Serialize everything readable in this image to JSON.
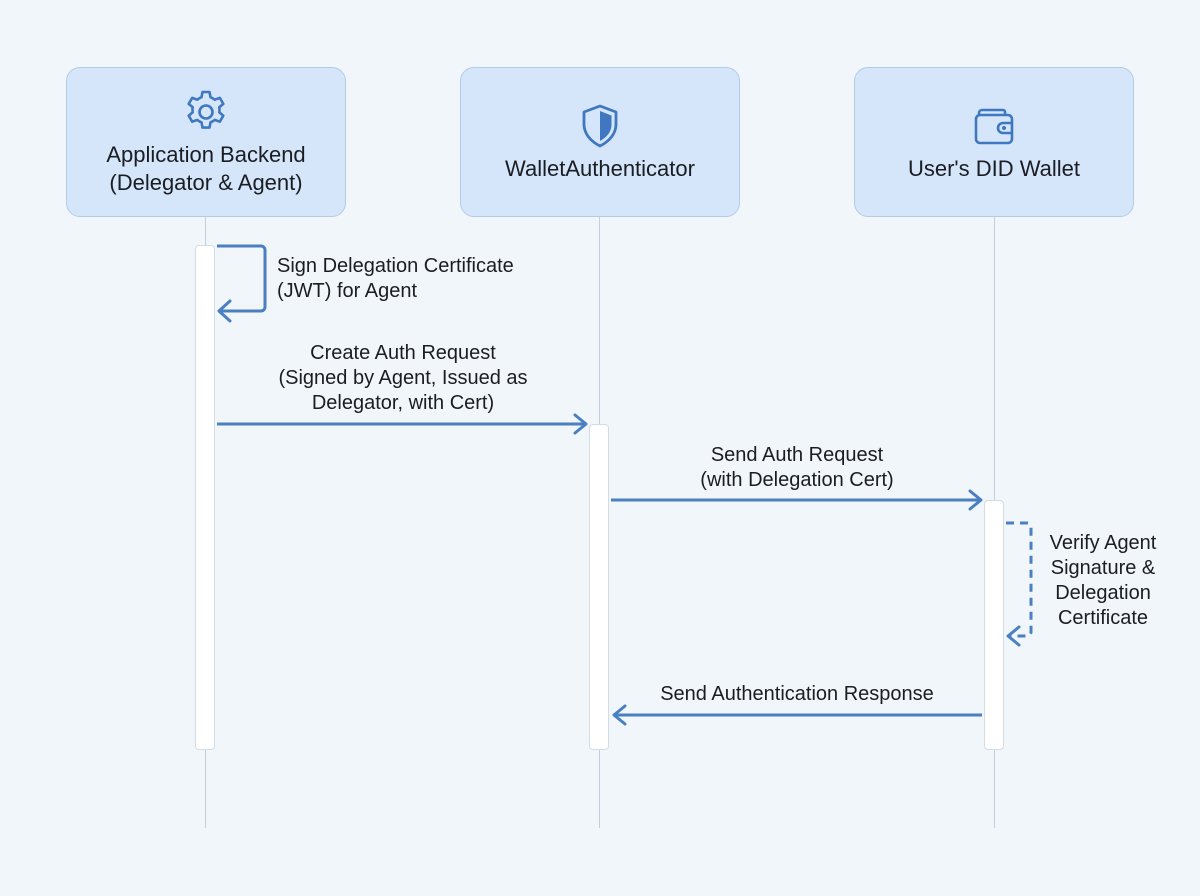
{
  "participants": [
    {
      "label": "Application Backend\n(Delegator & Agent)",
      "icon": "gear-icon"
    },
    {
      "label": "WalletAuthenticator",
      "icon": "shield-icon"
    },
    {
      "label": "User's DID Wallet",
      "icon": "wallet-icon"
    }
  ],
  "messages": [
    {
      "label": "Sign Delegation Certificate\n(JWT) for Agent",
      "style": "solid",
      "kind": "self"
    },
    {
      "label": "Create Auth Request\n(Signed by Agent, Issued as\nDelegator, with Cert)",
      "style": "solid",
      "kind": "forward"
    },
    {
      "label": "Send Auth Request\n(with Delegation Cert)",
      "style": "solid",
      "kind": "forward"
    },
    {
      "label": "Verify Agent\nSignature &\nDelegation\nCertificate",
      "style": "dashed",
      "kind": "self"
    },
    {
      "label": "Send Authentication Response",
      "style": "solid",
      "kind": "return"
    }
  ],
  "colors": {
    "arrow": "#4a80c2",
    "participant_fill": "#d5e5fa",
    "icon": "#3f78c0",
    "background": "#f1f6fa"
  }
}
